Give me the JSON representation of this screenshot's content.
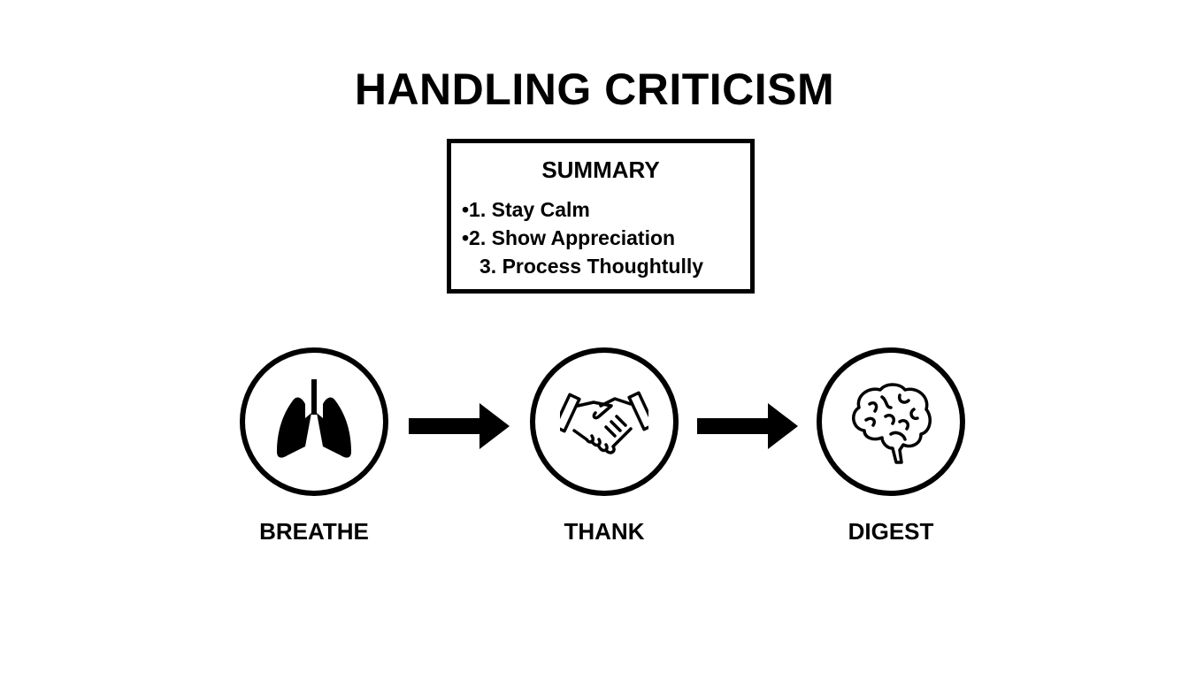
{
  "title": "HANDLING CRITICISM",
  "summary": {
    "heading": "SUMMARY",
    "items": [
      "•1. Stay Calm",
      "•2. Show Appreciation",
      "3. Process Thoughtully"
    ]
  },
  "steps": [
    {
      "label": "BREATHE",
      "icon": "lungs-icon"
    },
    {
      "label": "THANK",
      "icon": "handshake-icon"
    },
    {
      "label": "DIGEST",
      "icon": "brain-icon"
    }
  ]
}
